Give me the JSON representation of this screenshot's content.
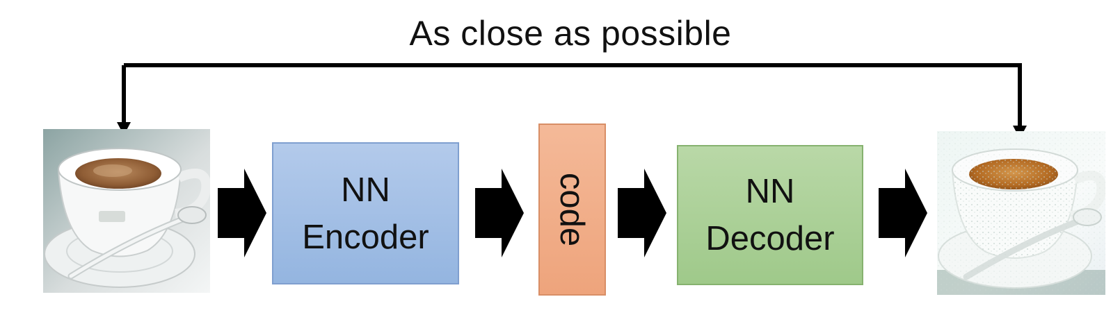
{
  "diagram": {
    "top_label": "As close as possible",
    "encoder": {
      "line1": "NN",
      "line2": "Encoder",
      "fill": "#a4c1e6"
    },
    "code": {
      "label": "code",
      "fill": "#f1ae88"
    },
    "decoder": {
      "line1": "NN",
      "line2": "Decoder",
      "fill": "#acd098"
    },
    "images": {
      "input": "input-coffee-cup-image",
      "output": "reconstructed-coffee-cup-image"
    },
    "arrow_color": "#000000"
  }
}
